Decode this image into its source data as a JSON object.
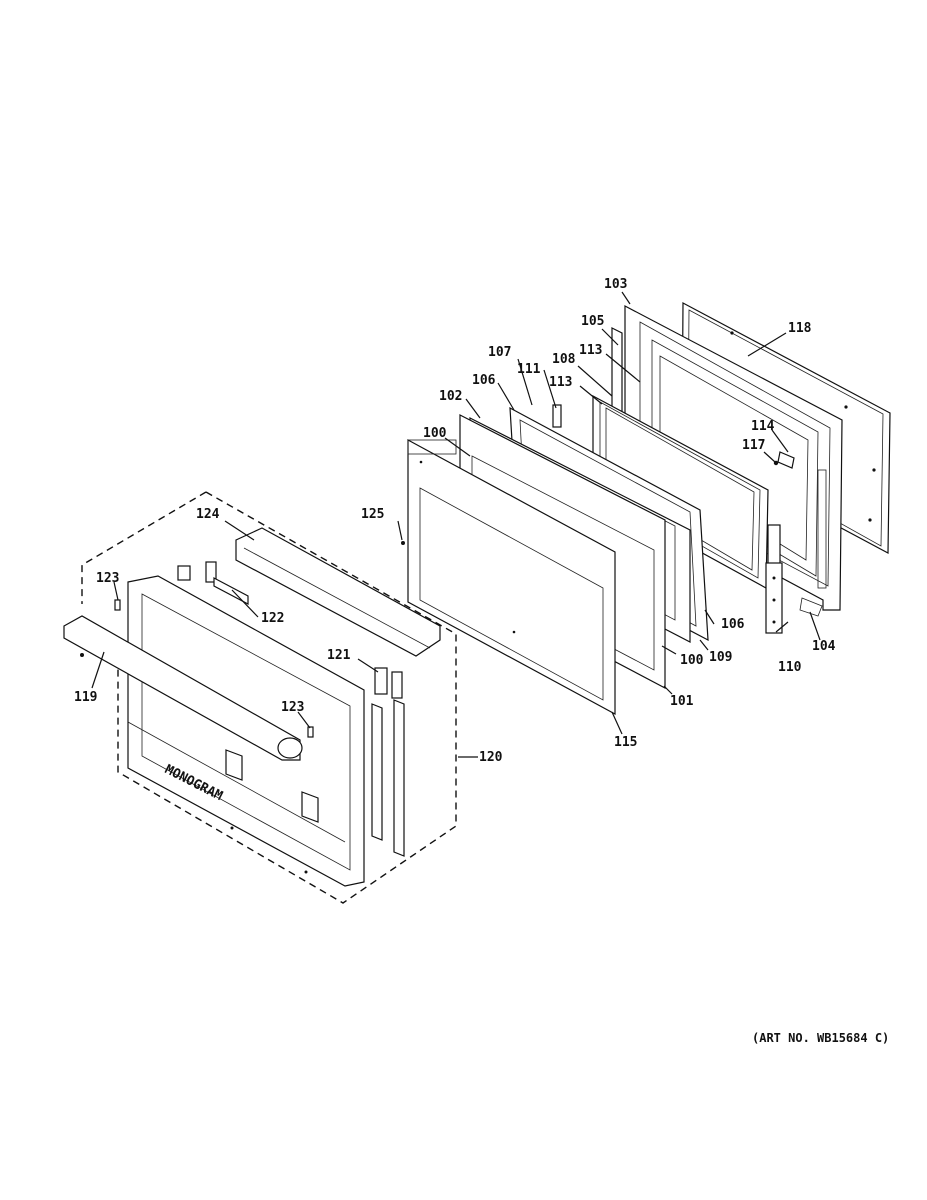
{
  "labels": {
    "p100a": "100",
    "p100b": "100",
    "p101": "101",
    "p102": "102",
    "p103": "103",
    "p104": "104",
    "p105": "105",
    "p106a": "106",
    "p106b": "106",
    "p107": "107",
    "p108": "108",
    "p109": "109",
    "p110": "110",
    "p111": "111",
    "p113a": "113",
    "p113b": "113",
    "p114": "114",
    "p115": "115",
    "p117": "117",
    "p118": "118",
    "p119": "119",
    "p120": "120",
    "p121": "121",
    "p122": "122",
    "p123a": "123",
    "p123b": "123",
    "p124": "124",
    "p125": "125"
  },
  "art_number": "(ART NO. WB15684 C)",
  "brand_mark": "MONOGRAM"
}
